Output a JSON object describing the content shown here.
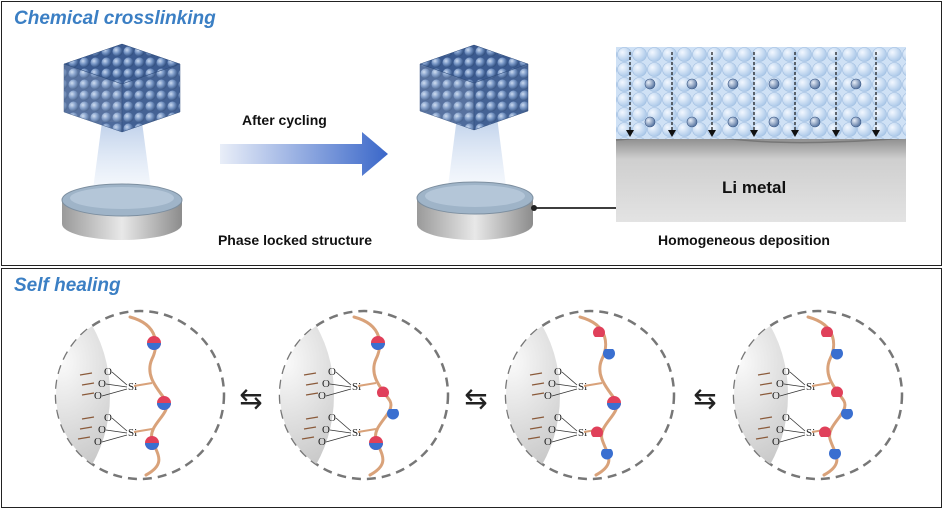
{
  "panel_top": {
    "title": "Chemical crosslinking",
    "arrow_label": "After cycling",
    "left_caption": "Phase locked structure",
    "right_caption": "Homogeneous deposition",
    "metal_label": "Li metal"
  },
  "panel_bottom": {
    "title": "Self healing",
    "equilibrium_symbol": "⇆",
    "atom_labels": {
      "oxygen": "O",
      "silicon": "Si"
    }
  },
  "colors": {
    "title_blue": "#3b7fc4",
    "crystal_blue": "#4a6fa5",
    "arrow_blue": "#3a67c9",
    "red_group": "#e0405a",
    "blue_group": "#3a6fd0",
    "chain": "#d9a27a"
  }
}
